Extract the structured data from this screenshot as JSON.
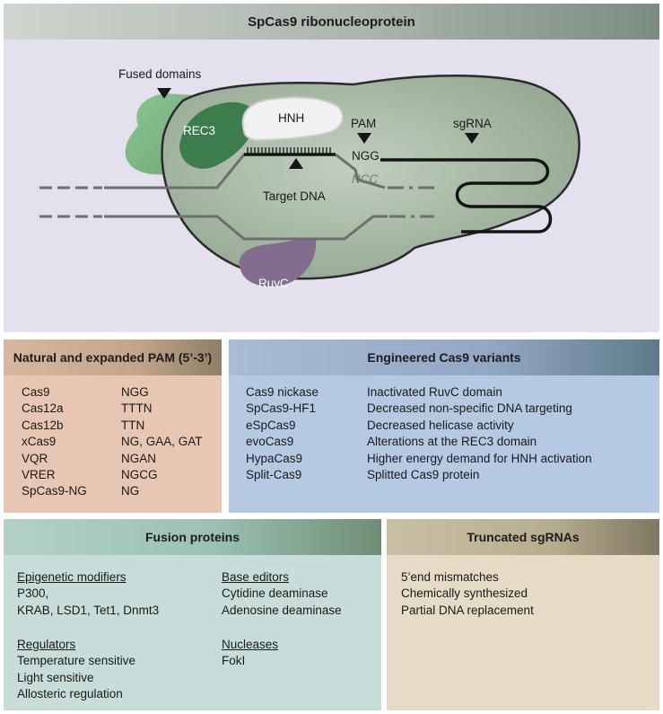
{
  "top": {
    "title": "SpCas9 ribonucleoprotein",
    "labels": {
      "fused_domains": "Fused domains",
      "rec3": "REC3",
      "hnh": "HNH",
      "pam": "PAM",
      "ngg": "NGG",
      "ncc": "NCC",
      "sgrna": "sgRNA",
      "target_dna": "Target DNA",
      "ruvc": "RuvC"
    }
  },
  "pam_panel": {
    "title": "Natural and expanded PAM (5’-3’)",
    "rows": [
      {
        "name": "Cas9",
        "pam": "NGG"
      },
      {
        "name": "Cas12a",
        "pam": "TTTN"
      },
      {
        "name": "Cas12b",
        "pam": "TTN"
      },
      {
        "name": "xCas9",
        "pam": "NG, GAA, GAT"
      },
      {
        "name": "VQR",
        "pam": "NGAN"
      },
      {
        "name": "VRER",
        "pam": "NGCG"
      },
      {
        "name": "SpCas9-NG",
        "pam": "NG"
      }
    ]
  },
  "variants_panel": {
    "title": "Engineered Cas9 variants",
    "rows": [
      {
        "name": "Cas9 nickase",
        "desc": "Inactivated RuvC domain"
      },
      {
        "name": "SpCas9-HF1",
        "desc": "Decreased non-specific DNA targeting"
      },
      {
        "name": "eSpCas9",
        "desc": "Decreased helicase activity"
      },
      {
        "name": "evoCas9",
        "desc": "Alterations at the REC3 domain"
      },
      {
        "name": "HypaCas9",
        "desc": "Higher energy demand for HNH activation"
      },
      {
        "name": "Split-Cas9",
        "desc": "Splitted Cas9 protein"
      }
    ]
  },
  "fusion_panel": {
    "title": "Fusion proteins",
    "epigenetic": {
      "heading": "Epigenetic modifiers",
      "items": [
        "P300,",
        "KRAB, LSD1, Tet1, Dnmt3"
      ]
    },
    "regulators": {
      "heading": "Regulators",
      "items": [
        "Temperature sensitive",
        "Light sensitive",
        "Allosteric regulation"
      ]
    },
    "base_editors": {
      "heading": "Base editors",
      "items": [
        "Cytidine deaminase",
        "Adenosine deaminase"
      ]
    },
    "nucleases": {
      "heading": "Nucleases",
      "items": [
        "FokI"
      ]
    }
  },
  "sgrna_panel": {
    "title": "Truncated sgRNAs",
    "items": [
      "5’end mismatches",
      "Chemically synthesized",
      "Partial DNA replacement"
    ]
  },
  "colors": {
    "top_bg": "#e4e0ee",
    "top_header": "#9aa69e",
    "pam_bg": "#e7c6b4",
    "pam_header": "#b79d7e",
    "variants_bg": "#b6c9e3",
    "variants_header": "#8a9cb8",
    "fusion_bg": "#c6ddd9",
    "fusion_header": "#93b7a8",
    "sgrna_bg": "#e6dbc7",
    "sgrna_header": "#b7ae92",
    "cas9_body": "#a7b9a4",
    "rec3": "#3d7d4d",
    "fused": "#7cb683",
    "ruvc": "#836d8f"
  }
}
